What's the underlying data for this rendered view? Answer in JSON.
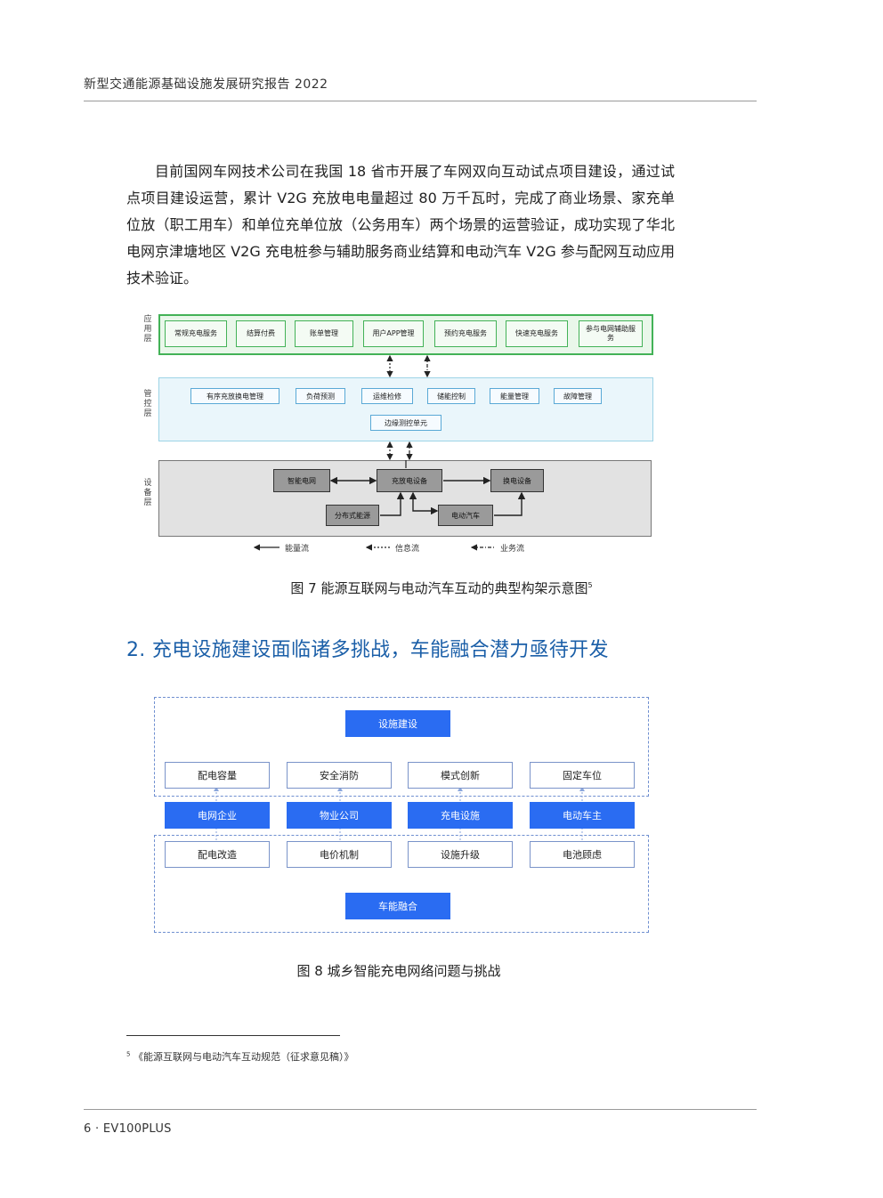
{
  "header": {
    "title": "新型交通能源基础设施发展研究报告 2022"
  },
  "body": {
    "paragraph": "目前国网车网技术公司在我国 18 省市开展了车网双向互动试点项目建设，通过试点项目建设运营，累计 V2G 充放电电量超过 80 万千瓦时，完成了商业场景、家充单位放（职工用车）和单位充单位放（公务用车）两个场景的运营验证，成功实现了华北电网京津塘地区 V2G 充电桩参与辅助服务商业结算和电动汽车 V2G 参与配网互动应用技术验证。"
  },
  "figure7": {
    "layers": {
      "app": "应用层",
      "control": "管控层",
      "device": "设备层"
    },
    "app_boxes": [
      "常规充电服务",
      "结算付费",
      "账单管理",
      "用户APP管理",
      "预约充电服务",
      "快速充电服务",
      "参与电网辅助服务"
    ],
    "control_boxes": [
      "有序充放换电管理",
      "负荷预测",
      "运维检修",
      "储能控制",
      "能量管理",
      "故障管理"
    ],
    "edge_unit": "边缘测控单元",
    "device_boxes": {
      "grid": "智能电网",
      "charger": "充放电设备",
      "swap": "换电设备",
      "distributed": "分布式能源",
      "ev": "电动汽车"
    },
    "legend": {
      "energy": "能量流",
      "info": "信息流",
      "business": "业务流"
    },
    "caption": "图 7 能源互联网与电动汽车互动的典型构架示意图",
    "caption_ref": "5"
  },
  "section": {
    "heading": "2. 充电设施建设面临诸多挑战，车能融合潜力亟待开发"
  },
  "figure8": {
    "top": "设施建设",
    "row1": [
      "配电容量",
      "安全消防",
      "模式创新",
      "固定车位"
    ],
    "row2": [
      "电网企业",
      "物业公司",
      "充电设施",
      "电动车主"
    ],
    "row3": [
      "配电改造",
      "电价机制",
      "设施升级",
      "电池顾虑"
    ],
    "bottom": "车能融合",
    "caption": "图 8 城乡智能充电网络问题与挑战"
  },
  "footnote": {
    "ref": "5",
    "text": "《能源互联网与电动汽车互动规范（征求意见稿）》"
  },
  "footer": {
    "text": "6 · EV100PLUS"
  },
  "colors": {
    "heading_blue": "#1b5fa8",
    "fig8_blue": "#2a6cf2",
    "app_green": "#43b257"
  }
}
